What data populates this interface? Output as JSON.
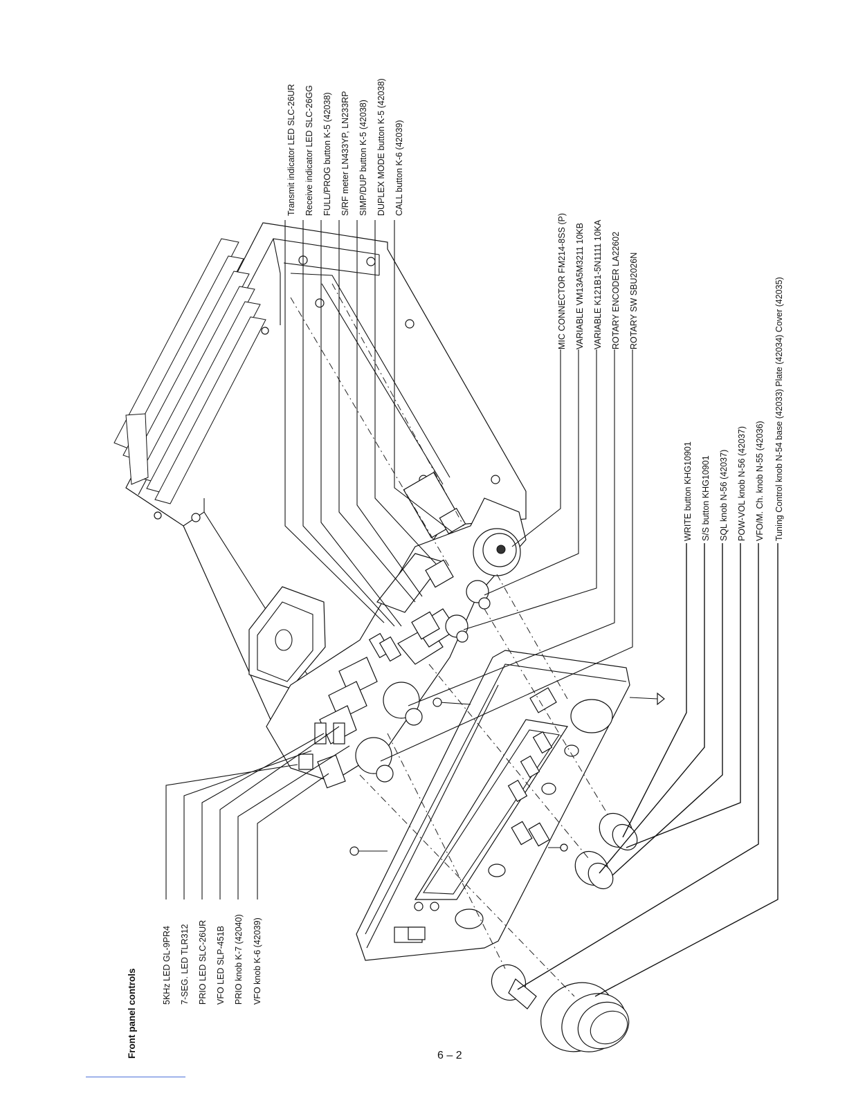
{
  "title": "Front panel controls",
  "page_number": "6 – 2",
  "labels": {
    "top": [
      "Transmit indicator LED SLC-26UR",
      "Receive indicator LED SLC-26GG",
      "FULL/PROG button K-5 (42038)",
      "S/RF meter LN433YP, LN233RP",
      "SIMP/DUP button K-5 (42038)",
      "DUPLEX MODE button K-5 (42038)",
      "CALL button K-6 (42039)"
    ],
    "middle": [
      "MIC CONNECTOR FM214-8SS (P)",
      "VARIABLE VM13A5M3211 10KB",
      "VARIABLE K121B1-5N1111 10KA",
      "ROTARY ENCODER LA22602",
      "ROTARY SW SBU2026N"
    ],
    "right": [
      "WRITE button KHG10901",
      "S/S button KHG10901",
      "SQL knob N-56 (42037)",
      "POW-VOL knob N-56 (42037)",
      "VFO/M. Ch. knob N-55 (42036)",
      "Tuning Control knob N-54 base (42033) Plate (42034) Cover (42035)"
    ],
    "left": [
      "5KHz LED GL-9PR4",
      "7-SEG. LED TLR312",
      "PRIO LED SLC-26UR",
      "VFO LED SLP-451B",
      "PRIO knob K-7 (42040)",
      "VFO knob K-6 (42039)"
    ]
  }
}
